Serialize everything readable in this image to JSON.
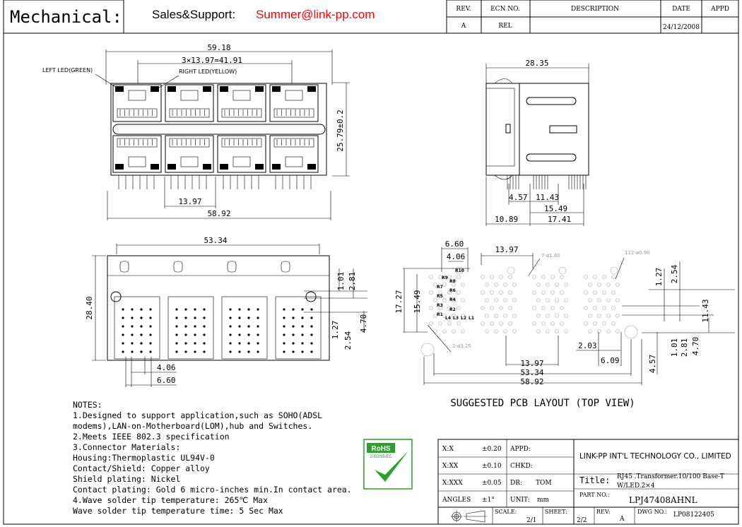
{
  "header": {
    "title": "Mechanical:",
    "support_label": "Sales&Support:",
    "support_email": "Summer@link-pp.com",
    "email_color": "#ff0000"
  },
  "revision_table": {
    "headers": [
      "REV.",
      "ECN NO.",
      "DESCRIPTION",
      "DATE",
      "APPD"
    ],
    "rows": [
      [
        "A",
        "REL",
        "",
        "24/12/2008",
        ""
      ]
    ]
  },
  "front_view": {
    "dims": {
      "overall_top": "59.18",
      "pitch": "3×13.97=41.91",
      "height": "25.79±0.2",
      "pitch_bottom": "13.97",
      "overall_bottom": "58.92"
    },
    "labels": {
      "left_led": "LEFT LED(GREEN)",
      "right_led": "RIGHT LED(YELLOW)"
    }
  },
  "side_view": {
    "dims": {
      "depth": "28.35",
      "a": "4.57",
      "b": "11.43",
      "c": "15.49",
      "d": "10.89",
      "e": "17.41"
    }
  },
  "bottom_view": {
    "dims": {
      "width": "53.34",
      "height": "28.40",
      "r1": "1.01",
      "r2": "2.81",
      "r3": "1.27",
      "r4": "2.54",
      "r5": "4.70",
      "b1": "4.06",
      "b2": "6.60"
    }
  },
  "pcb_layout": {
    "caption": "SUGGESTED PCB LAYOUT (TOP VIEW)",
    "dims": {
      "w660": "6.60",
      "w406": "4.06",
      "p1397": "13.97",
      "h1727": "17.27",
      "h1549": "15.49",
      "v127": "1.27",
      "v254": "2.54",
      "v1143": "11.43",
      "v101": "1.01",
      "v281": "2.81",
      "v470": "4.70",
      "v457": "4.57",
      "h203": "2.03",
      "h609": "6.09",
      "p1397b": "13.97",
      "w5334": "53.34",
      "w5892": "58.92"
    },
    "callouts": {
      "holes_large": "7-ø1.60",
      "holes_small": "112-ø0.90",
      "holes_mount": "2-ø3.25"
    },
    "pin_labels": [
      "R10",
      "R9",
      "R8",
      "R7",
      "R6",
      "R5",
      "R4",
      "R3",
      "R2",
      "R1",
      "L4",
      "L3",
      "L2",
      "L1"
    ]
  },
  "notes": {
    "heading": "NOTES:",
    "lines": [
      "1.Designed to support application,such as SOHO(ADSL",
      "  modems),LAN-on-Motherboard(LOM),hub and Switches.",
      "2.Meets IEEE 802.3 specification",
      "3.Connector Materials:",
      "  Housing:Thermoplastic UL94V-0",
      "  Contact/Shield: Copper alloy",
      "  Shield plating: Nickel",
      "  Contact plating: Gold 6 micro-inches min.In contact area.",
      "4.Wave solder tip temperature: 265℃ Max",
      "  Wave solder tip temperature time: 5 Sec Max"
    ]
  },
  "rohs": {
    "label": "RoHS",
    "sub": "2002/95/EC",
    "color": "#2e9e2e"
  },
  "title_block": {
    "tolerances": [
      [
        "X:X",
        "±0.20"
      ],
      [
        "X:XX",
        "±0.10"
      ],
      [
        "X:XXX",
        "±0.05"
      ],
      [
        "ANGLES",
        "±1°"
      ]
    ],
    "appd_label": "APPD:",
    "chkd_label": "CHKD:",
    "dr_label": "DR:",
    "dr_value": "TOM",
    "unit_label": "UNIT:",
    "unit_value": "mm",
    "company": "LINK-PP INT'L TECHNOLOGY CO., LIMITED",
    "title_label": "Title:",
    "title_line1": "RJ45 .Transformer.10/100 Base-T",
    "title_line2": "W/LED.2×4",
    "part_label": "PART NO.:",
    "part_no": "LPJ47408AHNL",
    "scale_label": "SCALE:",
    "scale_value": "2/1",
    "sheet_label": "SHEET:",
    "sheet_value": "2/2",
    "rev_label": "REV:",
    "rev_value": "A",
    "dwg_label": "DWG NO.:",
    "dwg_value": "LP08122405"
  }
}
